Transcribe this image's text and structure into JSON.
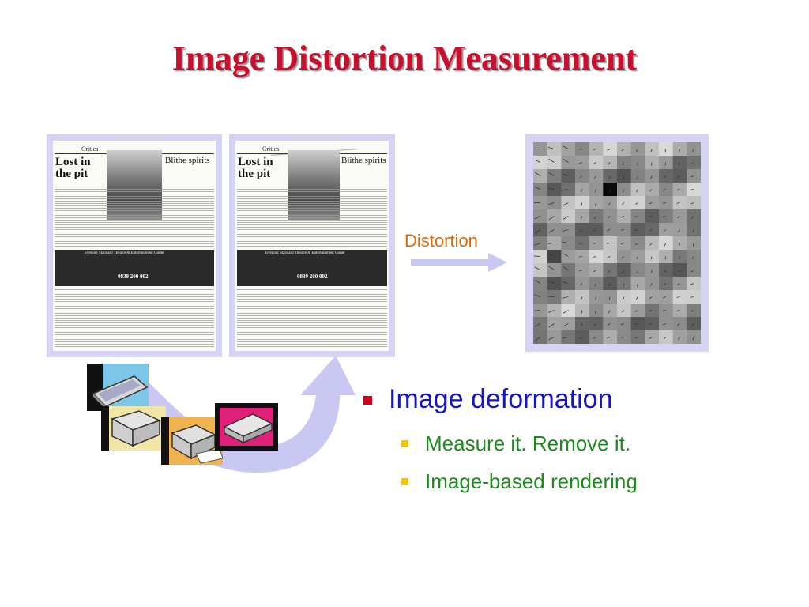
{
  "slide": {
    "title": "Image Distortion Measurement"
  },
  "diagram": {
    "arrow_label": "Distortion",
    "original_page": {
      "section": "Critics",
      "headline_left": "Lost in the pit",
      "headline_right": "Blithe spirits",
      "guide_strip": "Evening Standard Theatre & Entertainment Guide",
      "phone": "0839 200 002"
    },
    "printed_page": {
      "section": "Critics",
      "headline_left": "Lost in the pit",
      "headline_right": "Blithe spirits",
      "guide_strip": "Evening Standard Theatre & Entertainment Guide",
      "phone": "0839 200 002"
    },
    "device_icons": [
      "scanner-icon",
      "printer-icon",
      "fax-icon",
      "copier-icon"
    ]
  },
  "bullets": {
    "main": "Image deformation",
    "sub": [
      "Measure it. Remove it.",
      "Image-based rendering"
    ]
  },
  "colors": {
    "title": "#c8102e",
    "frame": "#d6d4f4",
    "arrow": "#c9c8f2",
    "label": "#e06a0a",
    "bullet_main": "#1515c8",
    "bullet_sub": "#1d8a1d"
  }
}
